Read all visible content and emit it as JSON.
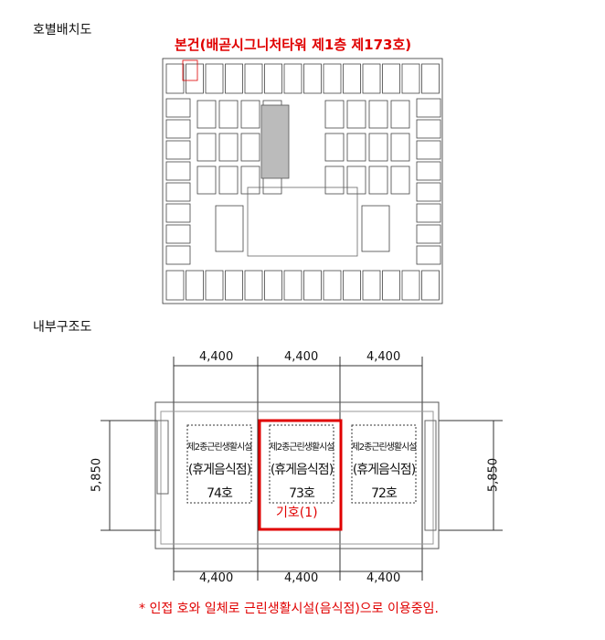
{
  "sections": {
    "layout_heading": "호별배치도",
    "interior_heading": "내부구조도"
  },
  "layout_plan": {
    "caption": "본건(배곧시그니처타워 제1층 제173호)",
    "highlight_color": "#e00000"
  },
  "interior_plan": {
    "top_dims": [
      "4,400",
      "4,400",
      "4,400"
    ],
    "bottom_dims": [
      "4,400",
      "4,400",
      "4,400"
    ],
    "left_dim": "5,850",
    "right_dim": "5,850",
    "units": [
      {
        "use": "제2종근린생활시설",
        "type": "(휴게음식점)",
        "number": "74호"
      },
      {
        "use": "제2종근린생활시설",
        "type": "(휴게음식점)",
        "number": "73호"
      },
      {
        "use": "제2종근린생활시설",
        "type": "(휴게음식점)",
        "number": "72호"
      }
    ],
    "marker_label": "기호(1)",
    "highlight_color": "#e00000"
  },
  "footnote": "* 인접 호와 일체로 근린생활시설(음식점)으로 이용중임."
}
